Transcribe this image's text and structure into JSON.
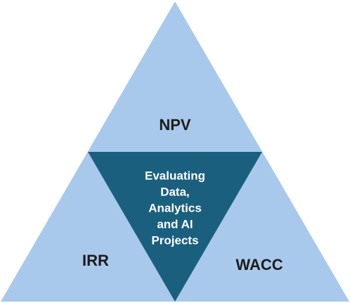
{
  "diagram": {
    "top_label": "NPV",
    "left_label": "IRR",
    "right_label": "WACC",
    "center_lines": [
      "Evaluating",
      "Data,",
      "Analytics",
      "and AI",
      "Projects"
    ],
    "colors": {
      "outer_fill": "#a9c9ec",
      "inner_fill": "#1b5f7f",
      "outer_text": "#1c1c1c",
      "inner_text": "#ffffff"
    }
  }
}
